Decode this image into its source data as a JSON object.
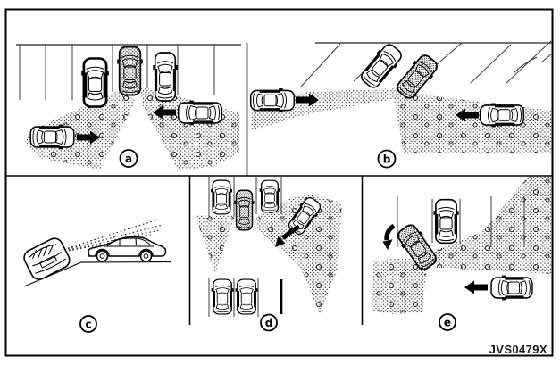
{
  "figure": {
    "code": "JVS0479X"
  },
  "panels": [
    {
      "id": "a",
      "label": "a"
    },
    {
      "id": "b",
      "label": "b"
    },
    {
      "id": "c",
      "label": "c"
    },
    {
      "id": "d",
      "label": "d"
    },
    {
      "id": "e",
      "label": "e"
    }
  ],
  "icons": {
    "approach_arrow_left": "◀",
    "approach_arrow_right": "▶",
    "reverse_turn_arrow": "↶"
  },
  "colors": {
    "ink": "#000000",
    "paper": "#ffffff",
    "lot_line": "#3c3c3c",
    "code_text": "#1a1a1a"
  }
}
